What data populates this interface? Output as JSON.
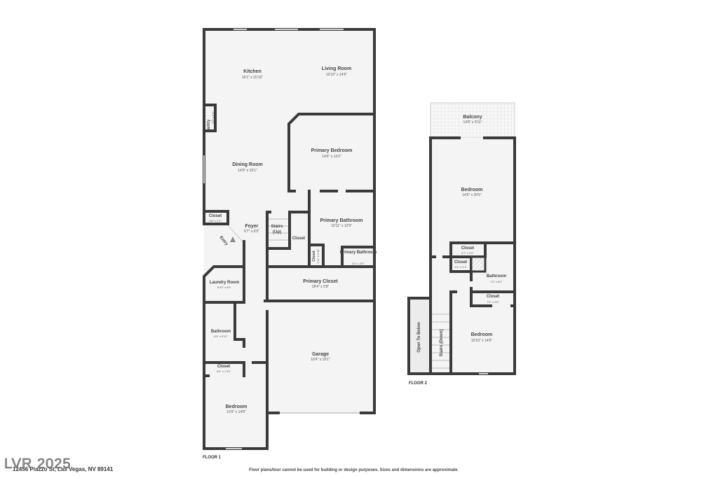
{
  "floor1": {
    "label": "FLOOR 1",
    "rooms": [
      {
        "name": "Kitchen",
        "dim": "16'1\" x 15'10\""
      },
      {
        "name": "Living Room",
        "dim": "12'10\" x 14'6\""
      },
      {
        "name": "Pantry",
        "dim": "2'0\" x 4'1\""
      },
      {
        "name": "Dining Room",
        "dim": "14'5\" x 15'1\""
      },
      {
        "name": "Primary Bedroom",
        "dim": "14'6\" x 13'2\""
      },
      {
        "name": "Closet",
        "dim": "3'8\" x 2'1\""
      },
      {
        "name": "Foyer",
        "dim": "6'7\" x 6'5\""
      },
      {
        "name": "Stairs",
        "dim": "(Up)"
      },
      {
        "name": "Closet",
        "dim": ""
      },
      {
        "name": "Primary Bathroom",
        "dim": "10'11\" x 12'9\""
      },
      {
        "name": "Closet",
        "dim": "1'11\" x 2'10\""
      },
      {
        "name": "Primary Bathroom",
        "dim": "5'1\" x 3'0\""
      },
      {
        "name": "Laundry Room",
        "dim": "6'10\" x 6'0\""
      },
      {
        "name": "Primary Closet",
        "dim": "18'4\" x 5'8\""
      },
      {
        "name": "Bathroom",
        "dim": "6'9\" x 9'11\""
      },
      {
        "name": "Garage",
        "dim": "18'4\" x 19'1\""
      },
      {
        "name": "Closet",
        "dim": "6'9\" x 1'10\""
      },
      {
        "name": "Bedroom",
        "dim": "10'9\" x 14'8\""
      }
    ],
    "entry": "Entry"
  },
  "floor2": {
    "label": "FLOOR 2",
    "rooms": [
      {
        "name": "Balcony",
        "dim": "14'8\" x 5'11\""
      },
      {
        "name": "Bedroom",
        "dim": "14'6\" x 20'5\""
      },
      {
        "name": "Closet",
        "dim": "5'7\" x 2'0\""
      },
      {
        "name": "Closet",
        "dim": "3'3\" x 2'1\""
      },
      {
        "name": "Bathroom",
        "dim": "7'2\" x 8'2\""
      },
      {
        "name": "Closet",
        "dim": "7'2\" x 2'0\""
      },
      {
        "name": "Bedroom",
        "dim": "10'10\" x 14'0\""
      },
      {
        "name": "Open To Below",
        "dim": ""
      },
      {
        "name": "Stairs (Down)",
        "dim": ""
      }
    ]
  },
  "footer": {
    "address": "12456 Piazzo St, Las Vegas, NV 89141",
    "note": "Floor plans/tour cannot be used for building or design purposes. Sizes and dimensions are approximate.",
    "watermark": "LVR 2025"
  }
}
